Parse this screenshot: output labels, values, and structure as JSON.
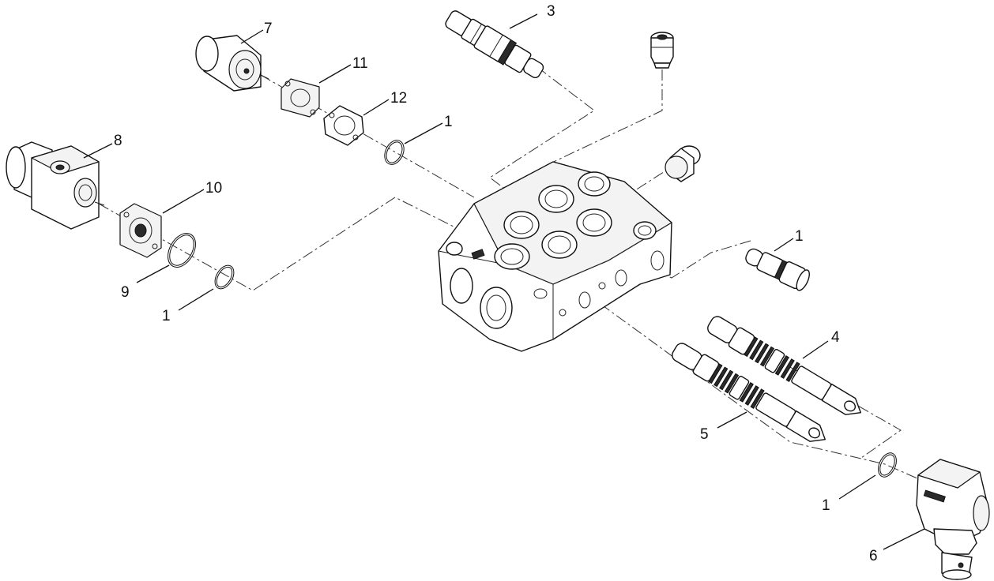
{
  "callouts": {
    "c3": "3",
    "c7": "7",
    "c11": "11",
    "c12": "12",
    "c1_top": "1",
    "c8": "8",
    "c10": "10",
    "c9": "9",
    "c1_left": "1",
    "c1_right": "1",
    "c4": "4",
    "c5": "5",
    "c1_bottom": "1",
    "c6": "6"
  }
}
